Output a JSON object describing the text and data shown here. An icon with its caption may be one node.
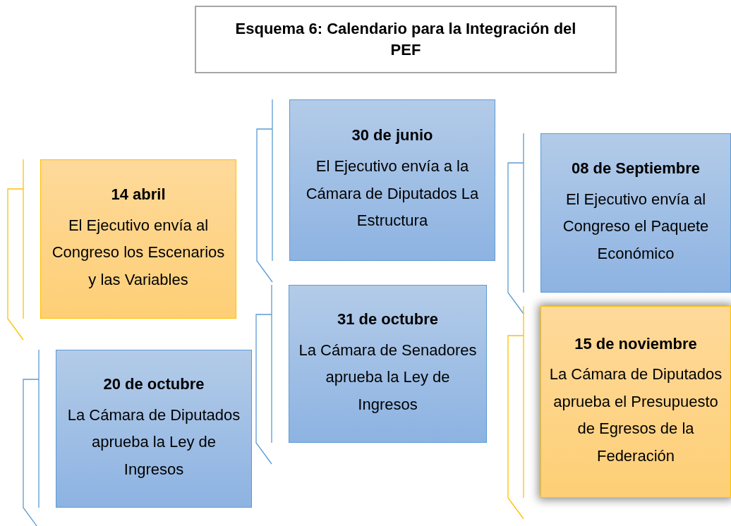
{
  "diagram": {
    "title": "Esquema 6: Calendario para la Integración del PEF",
    "nodes": [
      {
        "text": [
          "14 abril",
          "El Ejecutivo envía al Congreso los Escenarios y las Variables"
        ]
      },
      {
        "text": [
          "20 de octubre",
          "La Cámara de Diputados aprueba la Ley de Ingresos"
        ]
      },
      {
        "text": [
          "30 de junio",
          "El Ejecutivo envía a la Cámara de Diputados La Estructura"
        ]
      },
      {
        "text": [
          "31 de octubre",
          "La Cámara de Senadores aprueba la Ley de Ingresos"
        ]
      },
      {
        "text": [
          "08 de Septiembre",
          "El Ejecutivo envía al Congreso el Paquete Económico"
        ]
      },
      {
        "text": [
          "15 de noviembre",
          "La Cámara de Diputados aprueba el Presupuesto de Egresos de la Federación"
        ]
      }
    ]
  }
}
